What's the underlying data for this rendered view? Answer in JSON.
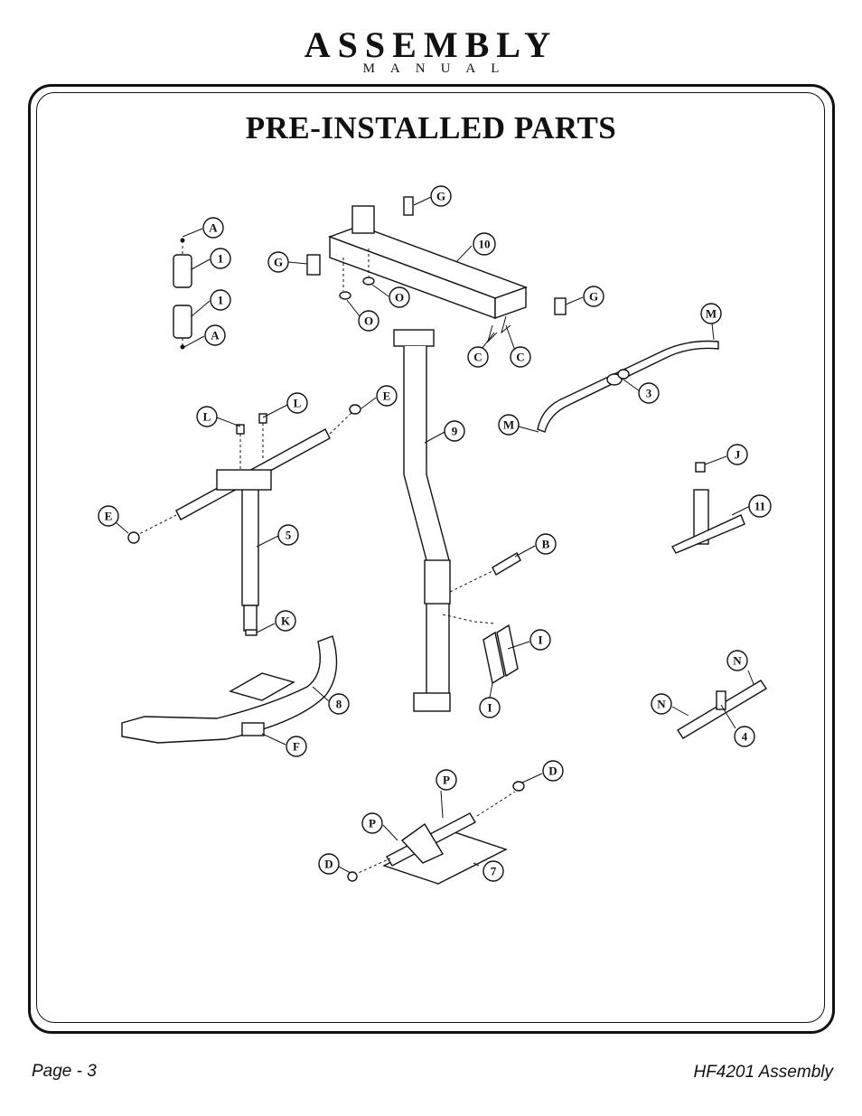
{
  "header": {
    "title": "ASSEMBLY",
    "subtitle": "MANUAL"
  },
  "page_title": "PRE-INSTALLED PARTS",
  "diagram": {
    "callouts": [
      "A",
      "1",
      "1",
      "A",
      "G",
      "G",
      "10",
      "O",
      "O",
      "G",
      "C",
      "C",
      "M",
      "3",
      "M",
      "L",
      "L",
      "E",
      "E",
      "9",
      "5",
      "J",
      "11",
      "B",
      "K",
      "I",
      "I",
      "8",
      "F",
      "N",
      "N",
      "4",
      "P",
      "D",
      "P",
      "D",
      "7"
    ]
  },
  "footer": {
    "page": "Page - 3",
    "doc": "HF4201 Assembly"
  }
}
